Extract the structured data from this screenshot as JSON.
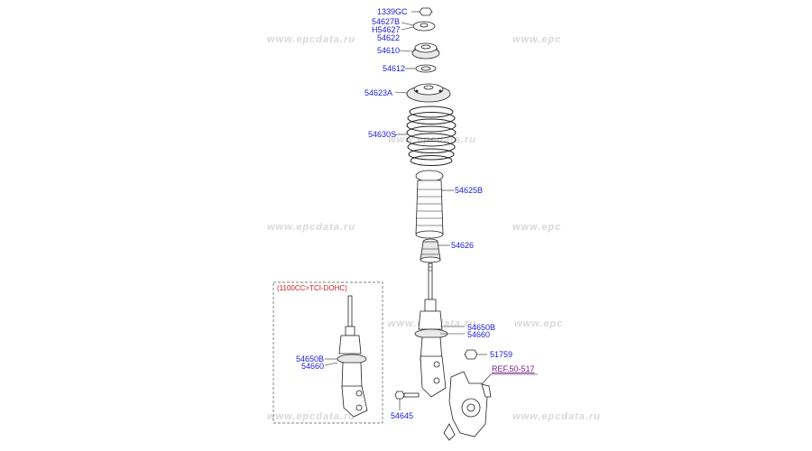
{
  "watermarks": [
    "www.epcdata.ru",
    "www.epc",
    "www.epcdata.ru",
    "www.epc",
    "www.epcdata.ru",
    "www.epcdata.ru",
    "www.epcdata.ru",
    "www.epcdata.ru",
    "www.epc"
  ],
  "labels": {
    "p1339gc": "1339GC",
    "p54627b": "54627B",
    "ph54627": "H54627",
    "p54622": "54622",
    "p54610": "54610",
    "p54612": "54612",
    "p54623a": "54623A",
    "p54630s": "54630S",
    "p54625b": "54625B",
    "p54626": "54626",
    "p54650b": "54650B",
    "p54660": "54660",
    "p51759": "51759",
    "ref": "REF.50-517",
    "p54645": "54645",
    "inset_title": "(1100CC>TCI-DOHC)",
    "inset_54650b": "54650B",
    "inset_54660": "54660"
  }
}
